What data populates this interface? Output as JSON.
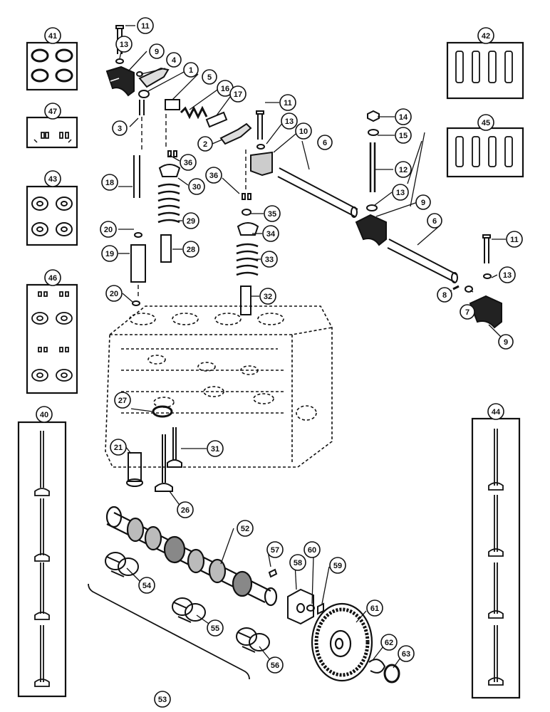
{
  "diagram": {
    "callouts": [
      {
        "id": "c1",
        "label": "1"
      },
      {
        "id": "c2",
        "label": "2"
      },
      {
        "id": "c3",
        "label": "3"
      },
      {
        "id": "c4",
        "label": "4"
      },
      {
        "id": "c5",
        "label": "5"
      },
      {
        "id": "c6a",
        "label": "6"
      },
      {
        "id": "c6b",
        "label": "6"
      },
      {
        "id": "c7",
        "label": "7"
      },
      {
        "id": "c8",
        "label": "8"
      },
      {
        "id": "c9a",
        "label": "9"
      },
      {
        "id": "c9b",
        "label": "9"
      },
      {
        "id": "c9c",
        "label": "9"
      },
      {
        "id": "c10",
        "label": "10"
      },
      {
        "id": "c11a",
        "label": "11"
      },
      {
        "id": "c11b",
        "label": "11"
      },
      {
        "id": "c11c",
        "label": "11"
      },
      {
        "id": "c12",
        "label": "12"
      },
      {
        "id": "c13a",
        "label": "13"
      },
      {
        "id": "c13b",
        "label": "13"
      },
      {
        "id": "c13c",
        "label": "13"
      },
      {
        "id": "c13d",
        "label": "13"
      },
      {
        "id": "c14",
        "label": "14"
      },
      {
        "id": "c15",
        "label": "15"
      },
      {
        "id": "c16",
        "label": "16"
      },
      {
        "id": "c17",
        "label": "17"
      },
      {
        "id": "c18",
        "label": "18"
      },
      {
        "id": "c19",
        "label": "19"
      },
      {
        "id": "c20a",
        "label": "20"
      },
      {
        "id": "c20b",
        "label": "20"
      },
      {
        "id": "c21",
        "label": "21"
      },
      {
        "id": "c26",
        "label": "26"
      },
      {
        "id": "c27",
        "label": "27"
      },
      {
        "id": "c28",
        "label": "28"
      },
      {
        "id": "c29",
        "label": "29"
      },
      {
        "id": "c30",
        "label": "30"
      },
      {
        "id": "c31",
        "label": "31"
      },
      {
        "id": "c32",
        "label": "32"
      },
      {
        "id": "c33",
        "label": "33"
      },
      {
        "id": "c34",
        "label": "34"
      },
      {
        "id": "c35",
        "label": "35"
      },
      {
        "id": "c36a",
        "label": "36"
      },
      {
        "id": "c36b",
        "label": "36"
      },
      {
        "id": "c40",
        "label": "40"
      },
      {
        "id": "c41",
        "label": "41"
      },
      {
        "id": "c42",
        "label": "42"
      },
      {
        "id": "c43",
        "label": "43"
      },
      {
        "id": "c44",
        "label": "44"
      },
      {
        "id": "c45",
        "label": "45"
      },
      {
        "id": "c46",
        "label": "46"
      },
      {
        "id": "c47",
        "label": "47"
      },
      {
        "id": "c52",
        "label": "52"
      },
      {
        "id": "c53",
        "label": "53"
      },
      {
        "id": "c54",
        "label": "54"
      },
      {
        "id": "c55",
        "label": "55"
      },
      {
        "id": "c56",
        "label": "56"
      },
      {
        "id": "c57",
        "label": "57"
      },
      {
        "id": "c58",
        "label": "58"
      },
      {
        "id": "c59",
        "label": "59"
      },
      {
        "id": "c60",
        "label": "60"
      },
      {
        "id": "c61",
        "label": "61"
      },
      {
        "id": "c62",
        "label": "62"
      },
      {
        "id": "c63",
        "label": "63"
      }
    ],
    "colors": {
      "ink": "#111111",
      "paper": "#ffffff"
    }
  }
}
